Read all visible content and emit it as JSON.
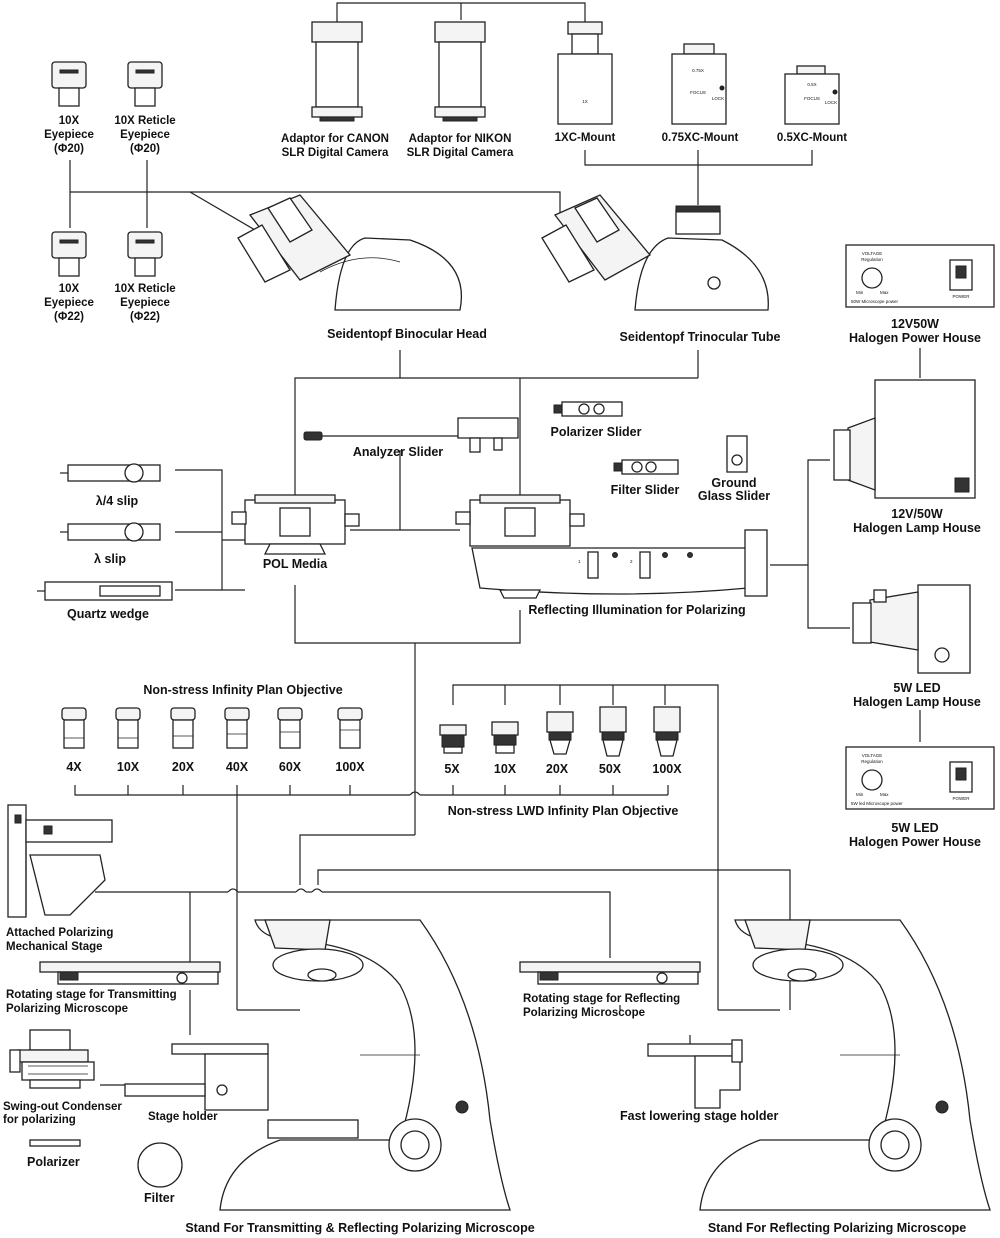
{
  "eyepieces": {
    "e1": [
      "10X",
      "Eyepiece",
      "(Φ20)"
    ],
    "e2": [
      "10X Reticle",
      "Eyepiece",
      "(Φ20)"
    ],
    "e3": [
      "10X",
      "Eyepiece",
      "(Φ22)"
    ],
    "e4": [
      "10X Reticle",
      "Eyepiece",
      "(Φ22)"
    ]
  },
  "adaptors": {
    "canon": [
      "Adaptor for CANON",
      "SLR Digital Camera"
    ],
    "nikon": [
      "Adaptor for NIKON",
      "SLR Digital Camera"
    ]
  },
  "cmounts": {
    "c1": "1XC-Mount",
    "c075": "0.75XC-Mount",
    "c05": "0.5XC-Mount",
    "c1_face": "1X",
    "c075_face": [
      "0.75X",
      "FOCUS",
      "LOCK"
    ],
    "c05_face": [
      "0.5X",
      "FOCUS",
      "LOCK"
    ]
  },
  "heads": {
    "binocular": "Seidentopf Binocular Head",
    "trinocular": "Seidentopf Trinocular Tube"
  },
  "power": {
    "p12v": [
      "12V50W",
      "Halogen Power House"
    ],
    "p5w": [
      "5W LED",
      "Halogen Power House"
    ],
    "panel_voltage": [
      "VOLTAGE",
      "Regulation"
    ],
    "panel_min": "Min",
    "panel_max": "Max",
    "panel_power": "POWER",
    "panel_12v_name": "50W Microscope power",
    "panel_5w_name": "5W led Microscope power"
  },
  "lamps": {
    "l12v": [
      "12V/50W",
      "Halogen Lamp House"
    ],
    "l5w": [
      "5W LED",
      "Halogen Lamp House"
    ]
  },
  "sliders": {
    "analyzer": "Analyzer Slider",
    "polarizer": "Polarizer Slider",
    "filter": "Filter Slider",
    "ground": [
      "Ground",
      "Glass Slider"
    ]
  },
  "slips": {
    "quarter": "λ/4 slip",
    "full": "λ slip",
    "quartz": "Quartz wedge"
  },
  "pol_media": "POL Media",
  "reflecting_illum": "Reflecting Illumination for Polarizing",
  "reflecting_marks": [
    "1",
    "2"
  ],
  "objectives": {
    "plan_title": "Non-stress Infinity Plan Objective",
    "plan": [
      "4X",
      "10X",
      "20X",
      "40X",
      "60X",
      "100X"
    ],
    "lwd_title": "Non-stress LWD Infinity Plan Objective",
    "lwd": [
      "5X",
      "10X",
      "20X",
      "50X",
      "100X"
    ]
  },
  "stages": {
    "mechanical": [
      "Attached Polarizing",
      "Mechanical Stage"
    ],
    "rot_trans": [
      "Rotating stage for Transmitting",
      "Polarizing Microscope"
    ],
    "rot_refl": [
      "Rotating stage for Reflecting",
      "Polarizing Microscope"
    ],
    "condenser": [
      "Swing-out Condenser",
      "for polarizing"
    ],
    "polarizer": "Polarizer",
    "stage_holder": "Stage holder",
    "fast_holder": "Fast lowering stage holder",
    "filter": "Filter"
  },
  "stands": {
    "s1": "Stand For Transmitting & Reflecting Polarizing Microscope",
    "s2": "Stand For Reflecting Polarizing Microscope"
  }
}
